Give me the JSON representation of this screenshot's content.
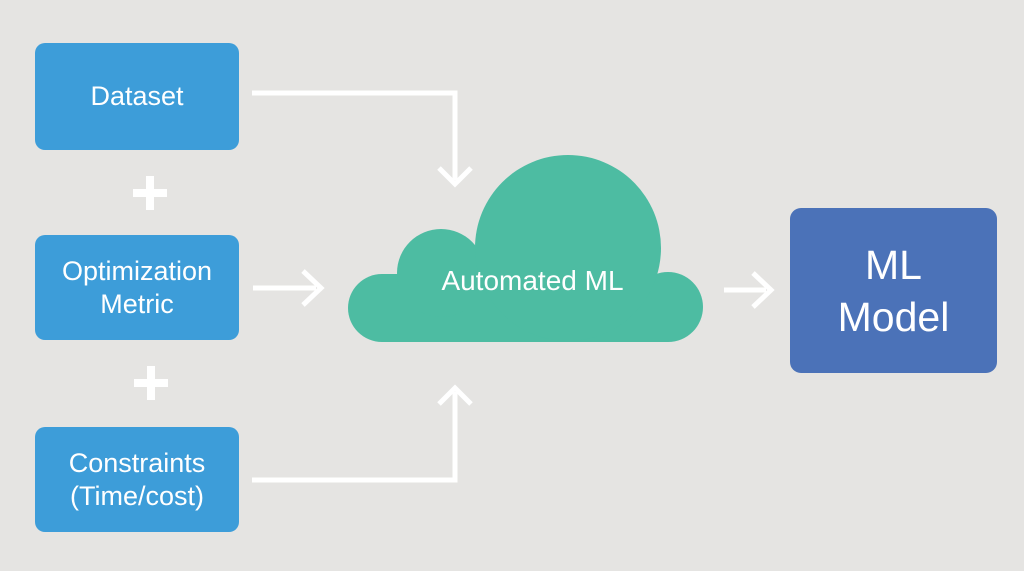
{
  "colors": {
    "background": "#E5E4E2",
    "input_box": "#3D9DD9",
    "cloud": "#4DBCA2",
    "output_box": "#4B72B8",
    "arrow": "#FFFFFF",
    "label_text": "#FFFFFF"
  },
  "inputs": {
    "dataset": {
      "label": "Dataset"
    },
    "optimization_metric": {
      "line1": "Optimization",
      "line2": "Metric"
    },
    "constraints": {
      "line1": "Constraints",
      "line2": "(Time/cost)"
    }
  },
  "icons": {
    "plus": "+",
    "arrow_right": "→",
    "arrow_down": "↓",
    "arrow_up": "↑"
  },
  "process": {
    "label": "Automated ML"
  },
  "output": {
    "line1": "ML",
    "line2": "Model"
  }
}
